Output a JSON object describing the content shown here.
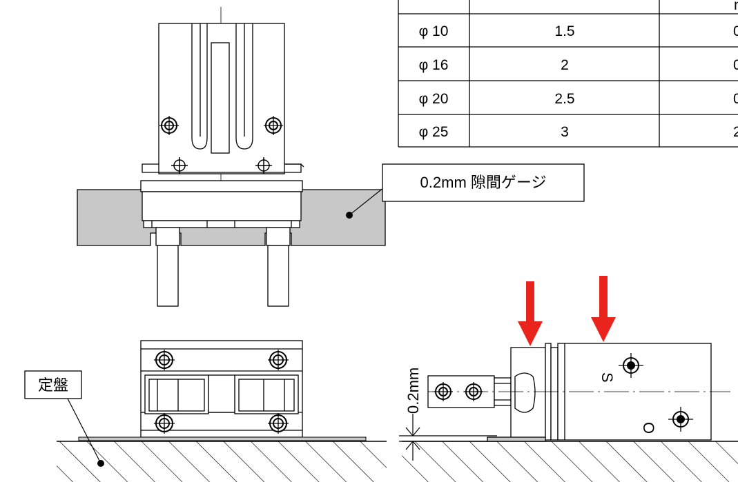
{
  "table": {
    "header_fragment": "n",
    "rows": [
      {
        "bore": "φ 10",
        "value": "1.5",
        "cut": "0"
      },
      {
        "bore": "φ 16",
        "value": "2",
        "cut": "0"
      },
      {
        "bore": "φ 20",
        "value": "2.5",
        "cut": "0"
      },
      {
        "bore": "φ 25",
        "value": "3",
        "cut": "2"
      }
    ]
  },
  "labels": {
    "gap_gauge": "0.2mm 隙間ゲージ",
    "surface_plate": "定盤",
    "dimension": "0.2mm",
    "port_s": "S",
    "port_o": "O"
  },
  "colors": {
    "gauge_fill": "#c8c8c8",
    "arrow": "#e8241c",
    "line": "#000000"
  }
}
